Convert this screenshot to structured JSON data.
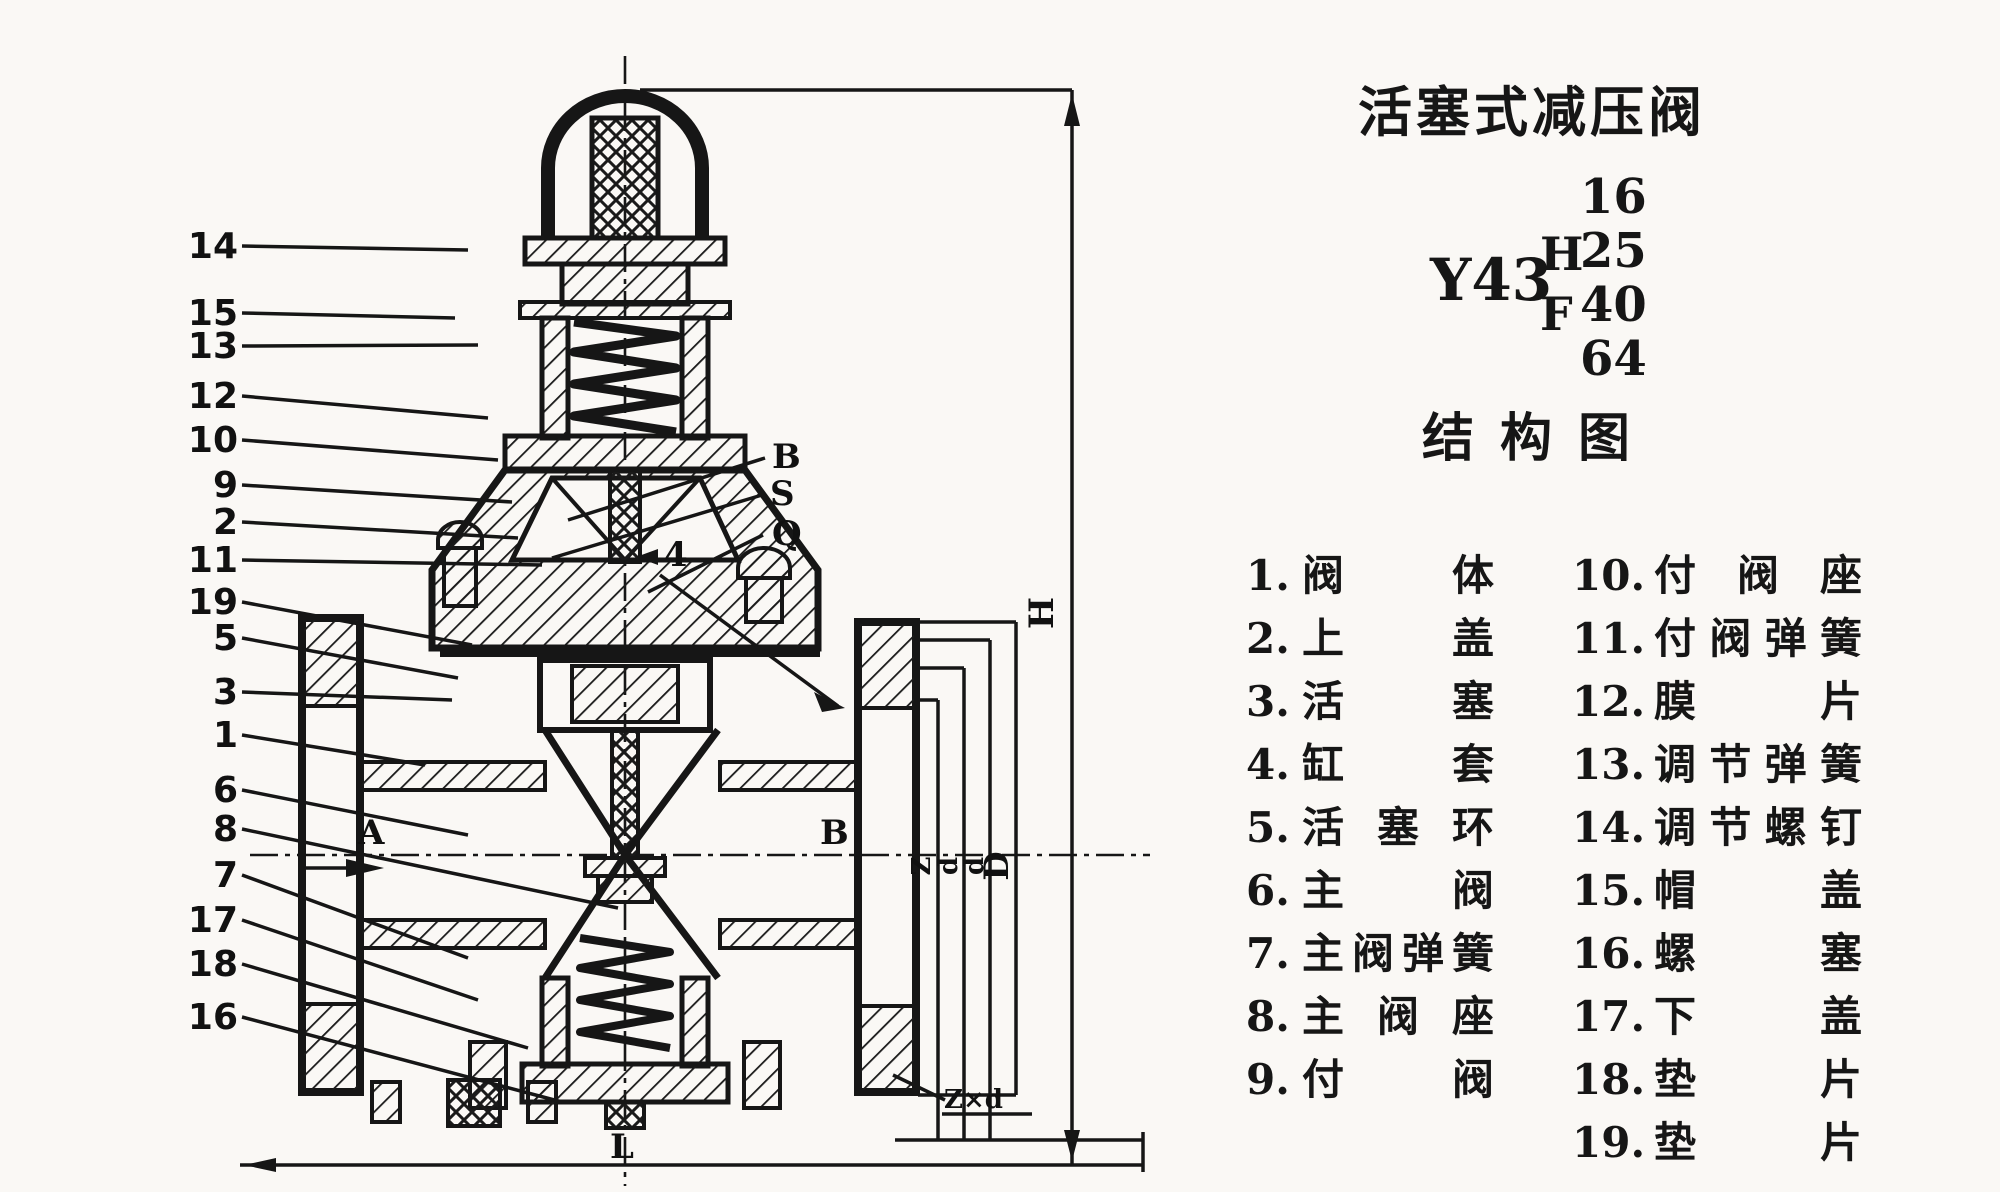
{
  "title": "活塞式减压阀",
  "subtitle": "结构图",
  "model": {
    "code": "Y43",
    "letter_top": "H",
    "letter_bottom": "F",
    "sizes": [
      "16",
      "25",
      "40",
      "64"
    ]
  },
  "parts": {
    "left": [
      {
        "num": "1.",
        "name": "阀体"
      },
      {
        "num": "2.",
        "name": "上盖"
      },
      {
        "num": "3.",
        "name": "活塞"
      },
      {
        "num": "4.",
        "name": "缸套"
      },
      {
        "num": "5.",
        "name": "活塞环"
      },
      {
        "num": "6.",
        "name": "主阀"
      },
      {
        "num": "7.",
        "name": "主阀弹簧"
      },
      {
        "num": "8.",
        "name": "主阀座"
      },
      {
        "num": "9.",
        "name": "付阀"
      }
    ],
    "right": [
      {
        "num": "10.",
        "name": "付阀座"
      },
      {
        "num": "11.",
        "name": "付阀弹簧"
      },
      {
        "num": "12.",
        "name": "膜片"
      },
      {
        "num": "13.",
        "name": "调节弹簧"
      },
      {
        "num": "14.",
        "name": "调节螺钉"
      },
      {
        "num": "15.",
        "name": "帽盖"
      },
      {
        "num": "16.",
        "name": "螺塞"
      },
      {
        "num": "17.",
        "name": "下盖"
      },
      {
        "num": "18.",
        "name": "垫片"
      },
      {
        "num": "19.",
        "name": "垫片"
      }
    ]
  },
  "callouts": {
    "left": [
      "14",
      "15",
      "13",
      "12",
      "10",
      "9",
      "2",
      "11",
      "19",
      "5",
      "3",
      "1",
      "6",
      "8",
      "7",
      "17",
      "18",
      "16"
    ],
    "inline": [
      "B",
      "S",
      "Q",
      "4"
    ]
  },
  "dims": {
    "inlet": "A",
    "outlet": "B",
    "height": "H",
    "diameter": "D",
    "length": "L",
    "bolt_spec": "Z×d",
    "rotated_small": [
      "Z",
      "d",
      "d"
    ]
  },
  "colors": {
    "ink": "#161616",
    "paper": "#faf8f5"
  }
}
